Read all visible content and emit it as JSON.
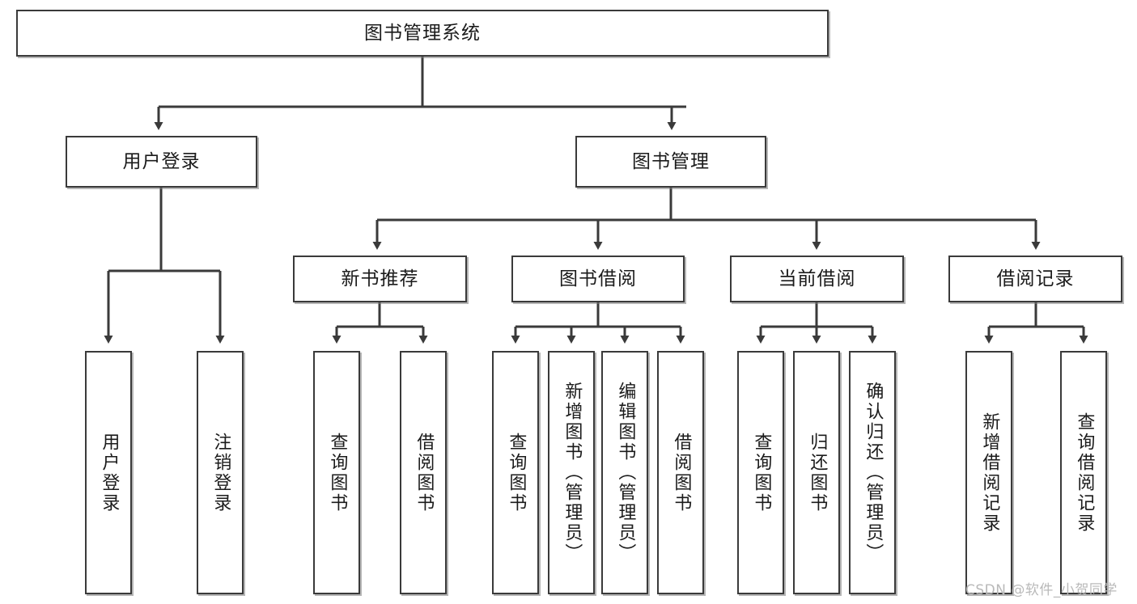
{
  "diagram": {
    "title": "图书管理系统",
    "type": "tree-hierarchy-chart",
    "root": {
      "id": "root",
      "label": "图书管理系统"
    },
    "level2": [
      {
        "id": "user-login",
        "label": "用户登录"
      },
      {
        "id": "book-management",
        "label": "图书管理"
      }
    ],
    "level3": [
      {
        "id": "new-book-recommend",
        "label": "新书推荐",
        "parent": "book-management"
      },
      {
        "id": "book-borrow",
        "label": "图书借阅",
        "parent": "book-management"
      },
      {
        "id": "current-borrow",
        "label": "当前借阅",
        "parent": "book-management"
      },
      {
        "id": "borrow-record",
        "label": "借阅记录",
        "parent": "book-management"
      }
    ],
    "leaves": [
      {
        "id": "leaf-user-login",
        "label": "用户登录",
        "parent": "user-login"
      },
      {
        "id": "leaf-logout-login",
        "label": "注销登录",
        "parent": "user-login"
      },
      {
        "id": "leaf-query-book-1",
        "label": "查询图书",
        "parent": "new-book-recommend"
      },
      {
        "id": "leaf-borrow-book-1",
        "label": "借阅图书",
        "parent": "new-book-recommend"
      },
      {
        "id": "leaf-query-book-2",
        "label": "查询图书",
        "parent": "book-borrow"
      },
      {
        "id": "leaf-add-book",
        "label": "新增图书（管理员）",
        "parent": "book-borrow"
      },
      {
        "id": "leaf-edit-book",
        "label": "编辑图书（管理员）",
        "parent": "book-borrow"
      },
      {
        "id": "leaf-borrow-book-2",
        "label": "借阅图书",
        "parent": "book-borrow"
      },
      {
        "id": "leaf-query-book-3",
        "label": "查询图书",
        "parent": "current-borrow"
      },
      {
        "id": "leaf-return-book",
        "label": "归还图书",
        "parent": "current-borrow"
      },
      {
        "id": "leaf-confirm-return",
        "label": "确认归还（管理员）",
        "parent": "current-borrow"
      },
      {
        "id": "leaf-add-record",
        "label": "新增借阅记录",
        "parent": "borrow-record"
      },
      {
        "id": "leaf-query-record",
        "label": "查询借阅记录",
        "parent": "borrow-record"
      }
    ]
  },
  "watermark": {
    "text": "CSDN @软件_小贺同学"
  },
  "colors": {
    "border": "#3a3a3a",
    "text": "#1b1b1b",
    "background": "#ffffff",
    "watermark": "#b9b9b9",
    "connector": "#3a3a3a"
  }
}
